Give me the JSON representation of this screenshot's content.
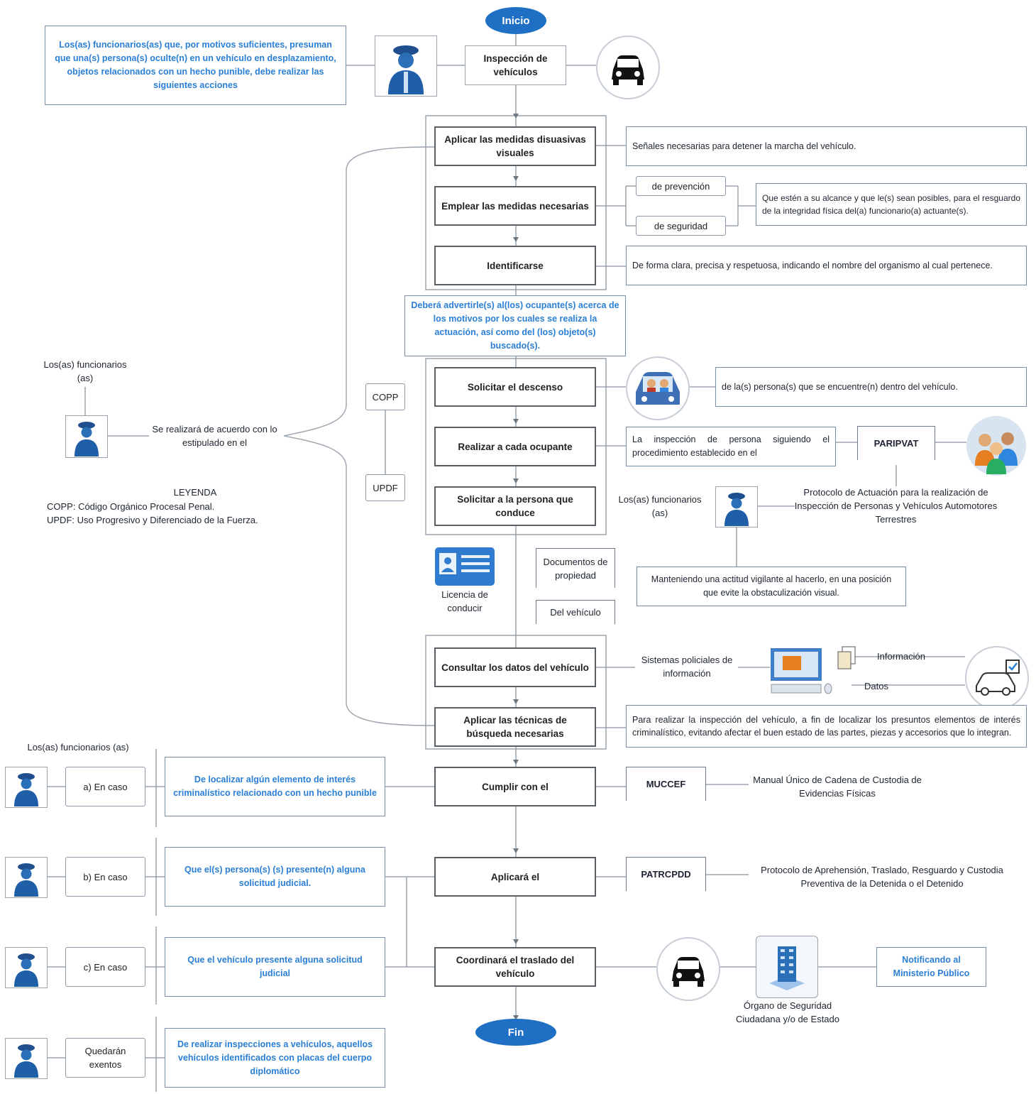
{
  "terminals": {
    "start": "Inicio",
    "end": "Fin"
  },
  "intro_text": "Los(as) funcionarios(as) que, por motivos suficientes, presuman que una(s) persona(s) oculte(n) en un vehículo en desplazamiento, objetos relacionados con un hecho punible, debe realizar las siguientes acciones",
  "steps": {
    "inspection": "Inspección de vehículos",
    "visual_measures": "Aplicar las medidas disuasivas visuales",
    "necessary_measures": "Emplear las medidas necesarias",
    "identify": "Identificarse",
    "request_exit": "Solicitar el descenso",
    "perform_each": "Realizar a cada ocupante",
    "request_driver": "Solicitar a la persona que conduce",
    "consult_data": "Consultar los datos del vehículo",
    "search_techniques": "Aplicar las técnicas de búsqueda necesarias",
    "comply": "Cumplir con el",
    "apply": "Aplicará el",
    "coordinate": "Coordinará el traslado del vehículo"
  },
  "notes": {
    "signals": "Señales necesarias para detener la marcha del vehículo.",
    "prevention": "de prevención",
    "security": "de seguridad",
    "reach": "Que estén a su alcance y que le(s) sean posibles, para el resguardo de la integridad física del(a) funcionario(a) actuante(s).",
    "clear_form": "De forma clara, precisa y respetuosa, indicando el nombre del organismo al cual pertenece.",
    "warn": "Deberá advertirle(s) al(los) ocupante(s) acerca de los motivos por los cuales se realiza la actuación, así como del (los) objeto(s) buscado(s).",
    "persons_inside": "de la(s) persona(s) que se encuentre(n) dentro del vehículo.",
    "person_inspection": "La inspección de persona siguiendo el procedimiento establecido en el",
    "paripvat": "PARIPVAT",
    "paripvat_full": "Protocolo de Actuación para la realización de Inspección de Personas y Vehículos Automotores Terrestres",
    "officers_mid": "Los(as) funcionarios (as)",
    "vigilant": "Manteniendo una actitud vigilante al hacerlo, en una posición que evite la obstaculización visual.",
    "license": "Licencia de conducir",
    "ownership_docs": "Documentos de propiedad",
    "of_vehicle": "Del vehículo",
    "police_systems": "Sistemas policiales de información",
    "information": "Información",
    "data": "Datos",
    "search_purpose": "Para realizar la inspección del vehículo, a fin de localizar los presuntos elementos de interés criminalístico, evitando afectar el buen estado de las partes, piezas y accesorios que lo integran.",
    "muccef": "MUCCEF",
    "muccef_full": "Manual Único de Cadena de Custodia de Evidencias Físicas",
    "patrcpdd": "PATRCPDD",
    "patrcpdd_full": "Protocolo de Aprehensión, Traslado, Resguardo y Custodia Preventiva de la Detenida o el Detenido",
    "security_organ": "Órgano de Seguridad Ciudadana y/o de Estado",
    "notify": "Notificando al Ministerio Público"
  },
  "left_panel": {
    "officers": "Los(as) funcionarios (as)",
    "according": "Se realizará de acuerdo con lo estipulado en el",
    "copp": "COPP",
    "updf": "UPDF",
    "legend_title": "LEYENDA",
    "legend_copp": "COPP: Código Orgánico Procesal Penal.",
    "legend_updf": "UPDF: Uso Progresivo y Diferenciado de la Fuerza."
  },
  "cases": {
    "officers": "Los(as) funcionarios (as)",
    "a_label": "a) En caso",
    "a_text": "De localizar algún elemento de interés criminalístico relacionado con un hecho punible",
    "b_label": "b) En caso",
    "b_text": "Que el(s) persona(s) (s) presente(n) alguna solicitud judicial.",
    "c_label": "c) En caso",
    "c_text": "Que el vehículo presente alguna solicitud judicial",
    "d_label": "Quedarán exentos",
    "d_text": "De realizar inspecciones a vehículos, aquellos vehículos identificados con placas del cuerpo diplomático"
  },
  "icons": [
    "police-officer-icon",
    "car-front-icon",
    "car-passengers-icon",
    "people-group-icon",
    "id-card-icon",
    "computer-icon",
    "documents-icon",
    "car-check-icon",
    "building-icon"
  ],
  "colors": {
    "accent": "#1f6fc4",
    "note_blue": "#2a7fd4",
    "border": "#5a5f66"
  }
}
